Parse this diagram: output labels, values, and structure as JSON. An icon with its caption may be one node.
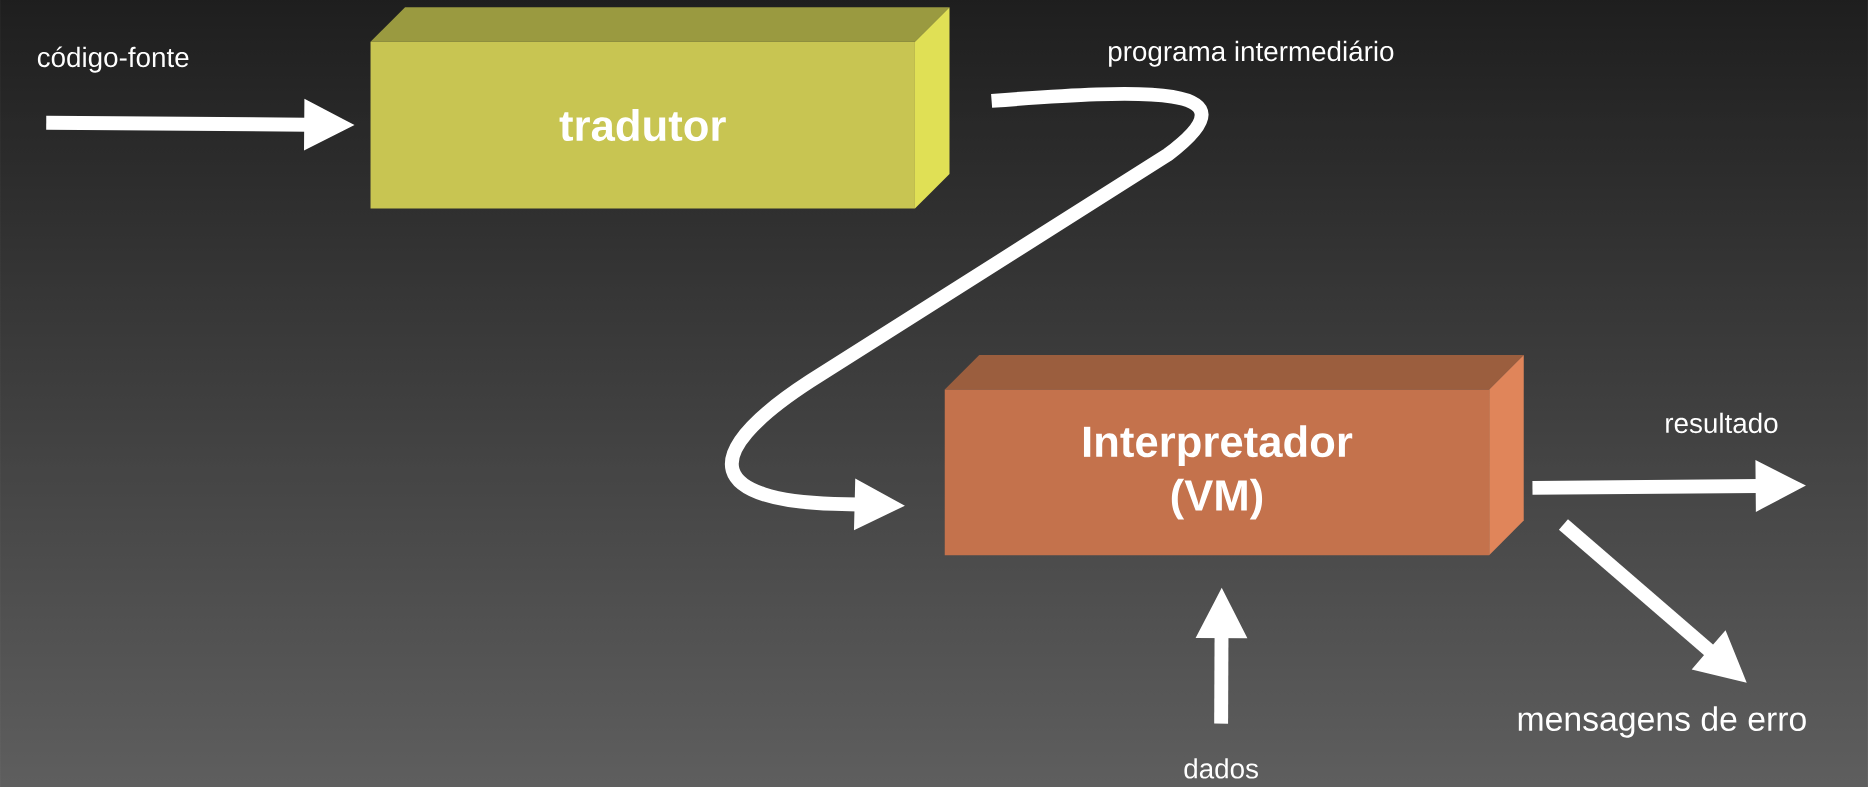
{
  "diagram": {
    "nodes": [
      {
        "text": [
          "código-fonte"
        ]
      },
      {
        "text": [
          "tradutor"
        ]
      },
      {
        "text": [
          "Interpretador (VM)"
        ]
      },
      {
        "text": [
          "resultado"
        ]
      },
      {
        "text": [
          "mensagens de erro"
        ]
      },
      {
        "text": [
          "dados"
        ]
      }
    ],
    "edges": [
      {
        "from": 0,
        "to": 1,
        "arrow": "to"
      },
      {
        "from": 1,
        "to": 2,
        "arrow": "to",
        "label": "programa intermediário"
      },
      {
        "from": 2,
        "to": 3,
        "arrow": "to"
      },
      {
        "from": 2,
        "to": 4,
        "arrow": "to"
      },
      {
        "from": 5,
        "to": 2,
        "arrow": "to"
      }
    ]
  }
}
